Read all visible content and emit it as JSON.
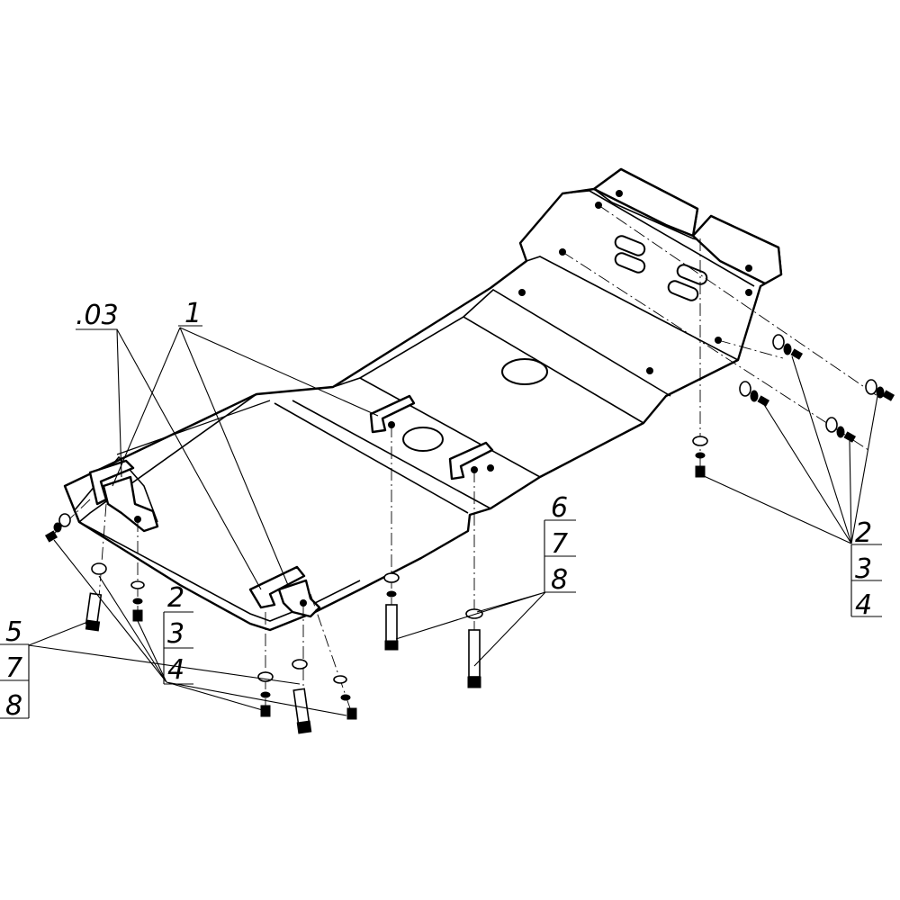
{
  "diagram": {
    "callouts": {
      "c03": ".03",
      "c1": "1",
      "left_upper_stack": [
        "2",
        "3",
        "4"
      ],
      "left_lower_stack": [
        "5",
        "7",
        "8"
      ],
      "center_stack": [
        "6",
        "7",
        "8"
      ],
      "right_stack": [
        "2",
        "3",
        "4"
      ]
    },
    "colors": {
      "line": "#000000",
      "background": "#ffffff"
    }
  }
}
